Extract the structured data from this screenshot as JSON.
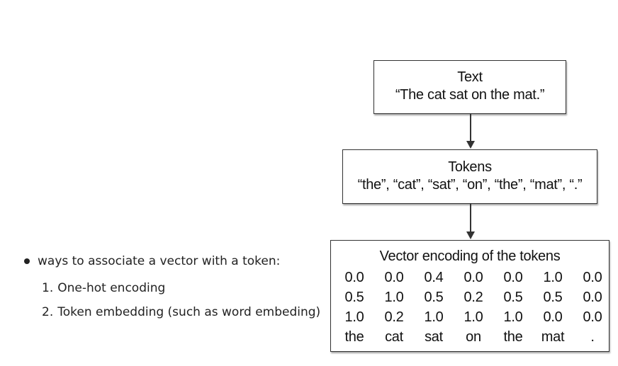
{
  "notes": {
    "bullet": "ways to associate a vector with a token:",
    "items": [
      {
        "num": "1.",
        "text": "One-hot encoding"
      },
      {
        "num": "2.",
        "text": "Token embedding (such as word embeding)"
      }
    ]
  },
  "diagram": {
    "text_box": {
      "title": "Text",
      "content": "“The cat sat on the mat.”"
    },
    "tokens_box": {
      "title": "Tokens",
      "content": "“the”, “cat”, “sat”, “on”, “the”, “mat”, “.”"
    },
    "vectors_box": {
      "title": "Vector encoding of the tokens",
      "rows": [
        [
          "0.0",
          "0.0",
          "0.4",
          "0.0",
          "0.0",
          "1.0",
          "0.0"
        ],
        [
          "0.5",
          "1.0",
          "0.5",
          "0.2",
          "0.5",
          "0.5",
          "0.0"
        ],
        [
          "1.0",
          "0.2",
          "1.0",
          "1.0",
          "1.0",
          "0.0",
          "0.0"
        ]
      ],
      "labels": [
        "the",
        "cat",
        "sat",
        "on",
        "the",
        "mat",
        "."
      ]
    }
  }
}
